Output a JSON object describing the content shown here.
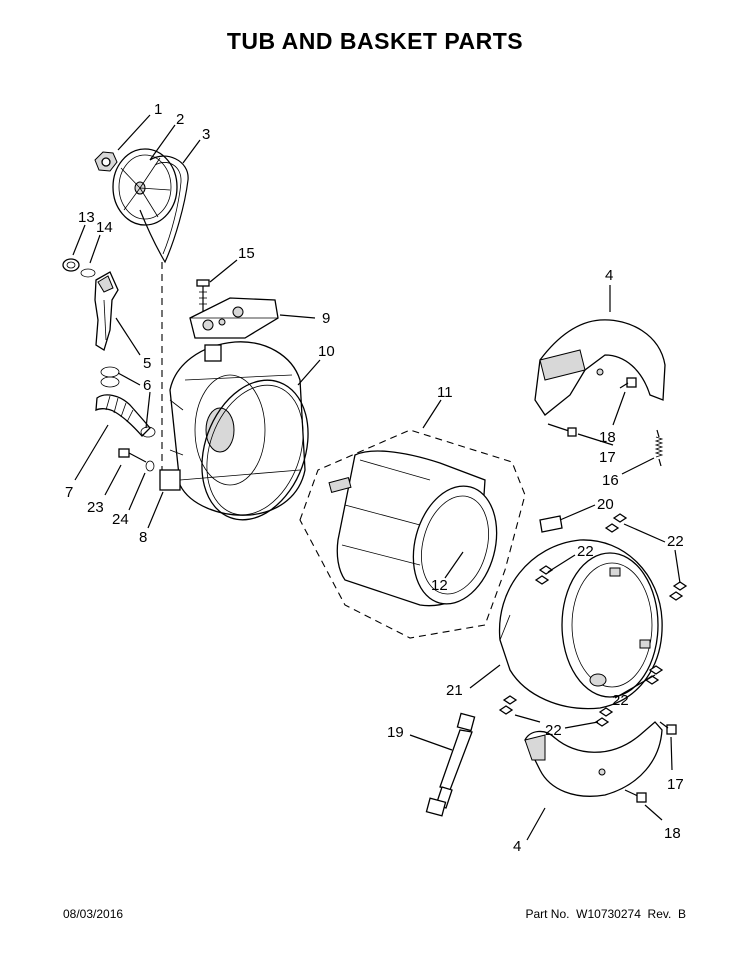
{
  "title": "TUB AND BASKET PARTS",
  "footer": {
    "date": "08/03/2016",
    "part_info": "Part No.  W10730274  Rev.  B"
  },
  "callouts": [
    {
      "id": "c1",
      "label": "1"
    },
    {
      "id": "c2",
      "label": "2"
    },
    {
      "id": "c3",
      "label": "3"
    },
    {
      "id": "c13",
      "label": "13"
    },
    {
      "id": "c14",
      "label": "14"
    },
    {
      "id": "c15",
      "label": "15"
    },
    {
      "id": "c9",
      "label": "9"
    },
    {
      "id": "c5",
      "label": "5"
    },
    {
      "id": "c10",
      "label": "10"
    },
    {
      "id": "c6",
      "label": "6"
    },
    {
      "id": "c7",
      "label": "7"
    },
    {
      "id": "c23",
      "label": "23"
    },
    {
      "id": "c24",
      "label": "24"
    },
    {
      "id": "c8",
      "label": "8"
    },
    {
      "id": "c11",
      "label": "11"
    },
    {
      "id": "c12",
      "label": "12"
    },
    {
      "id": "c4a",
      "label": "4"
    },
    {
      "id": "c18a",
      "label": "18"
    },
    {
      "id": "c17a",
      "label": "17"
    },
    {
      "id": "c16",
      "label": "16"
    },
    {
      "id": "c20",
      "label": "20"
    },
    {
      "id": "c22a",
      "label": "22"
    },
    {
      "id": "c22b",
      "label": "22"
    },
    {
      "id": "c21",
      "label": "21"
    },
    {
      "id": "c22c",
      "label": "22"
    },
    {
      "id": "c22d",
      "label": "22"
    },
    {
      "id": "c19",
      "label": "19"
    },
    {
      "id": "c17b",
      "label": "17"
    },
    {
      "id": "c4b",
      "label": "4"
    },
    {
      "id": "c18b",
      "label": "18"
    }
  ]
}
